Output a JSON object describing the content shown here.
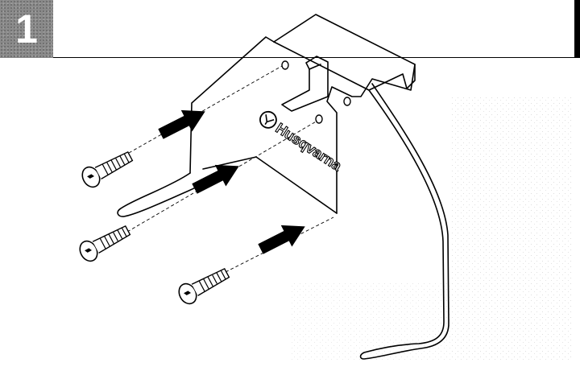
{
  "step": {
    "number": "1"
  },
  "figure": {
    "brand_text": "Husqvarna",
    "components": [
      "mounting-bracket",
      "screw",
      "screw",
      "screw",
      "arrow",
      "arrow",
      "arrow"
    ]
  }
}
